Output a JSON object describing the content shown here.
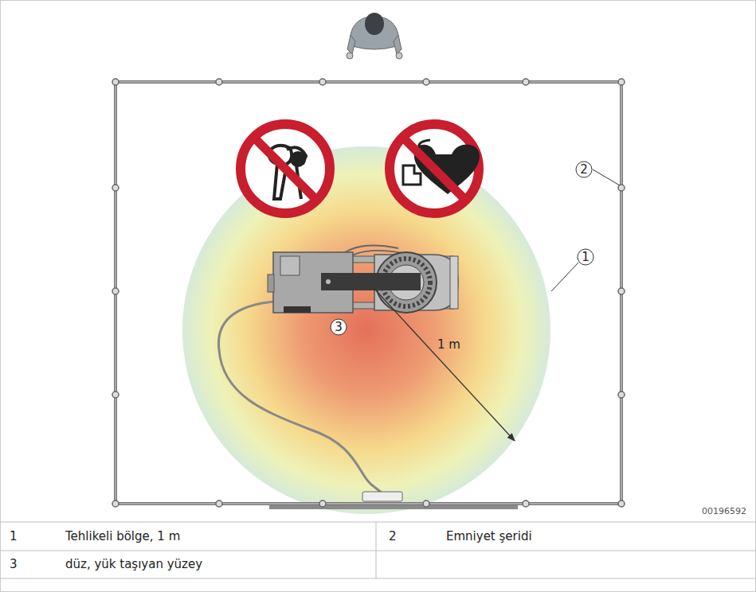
{
  "diagram": {
    "nodes": [
      {
        "text": [
          "1"
        ]
      },
      {
        "text": [
          "2"
        ]
      },
      {
        "text": [
          "3"
        ]
      }
    ],
    "labels": [
      "1 m",
      "00196592",
      "1",
      "Tehlikeli bölge, 1 m",
      "2",
      "Emniyet şeridi",
      "3",
      "düz, yük taşıyan yüzey"
    ]
  }
}
